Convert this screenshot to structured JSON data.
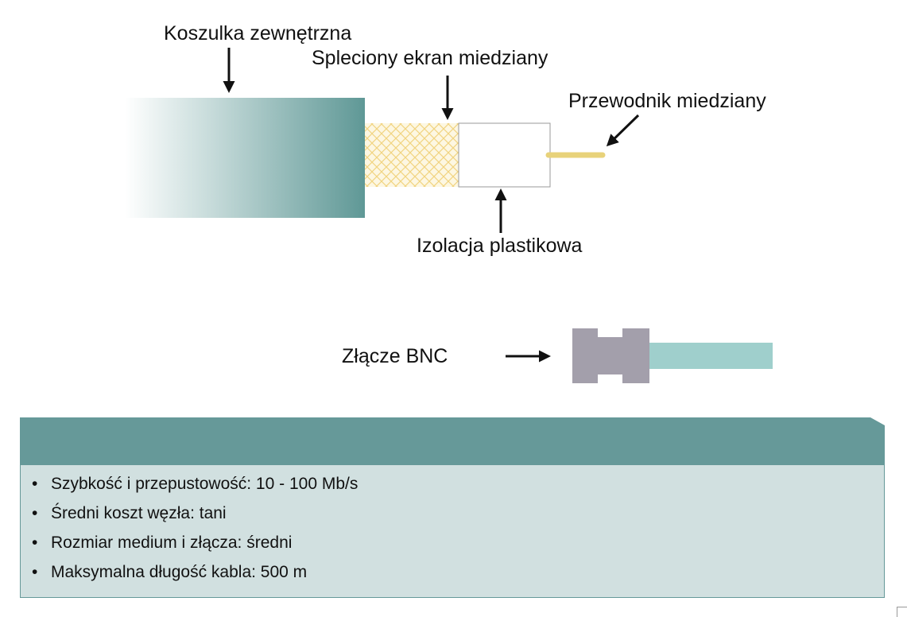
{
  "labels": {
    "outer_jacket": "Koszulka zewnętrzna",
    "braided_shield": "Spleciony ekran miedziany",
    "copper_conductor": "Przewodnik miedziany",
    "plastic_insulation": "Izolacja plastikowa",
    "bnc_connector": "Złącze BNC"
  },
  "features": [
    "Szybkość i przepustowość: 10 - 100 Mb/s",
    "Średni koszt węzła: tani",
    "Rozmiar medium i złącza: średni",
    "Maksymalna długość kabla: 500 m"
  ],
  "colors": {
    "jacket": "#5f9896",
    "shield": "#f5dc80",
    "conductor": "#e8d27a",
    "insulation_border": "#999999",
    "connector_body": "#a39fab",
    "connector_cable": "#9fcfcc",
    "panel_header": "#669999",
    "panel_body": "#d1e0e0"
  }
}
